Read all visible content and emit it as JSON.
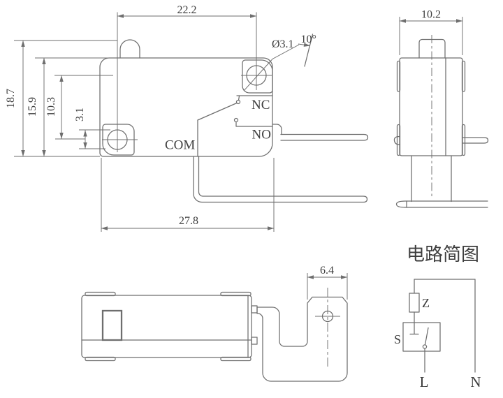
{
  "colors": {
    "line": "#6e6e6e",
    "text": "#3e3e3e",
    "background": "#ffffff"
  },
  "front_view": {
    "dim_hole_span": "22.2",
    "dim_total_height": "18.7",
    "dim_body_height": "15.9",
    "dim_hole_offset": "10.3",
    "dim_hole_size": "3.1",
    "dim_hole_diameter": "Ø3.1",
    "dim_lever_angle": "10°",
    "label_nc": "NC",
    "label_no": "NO",
    "label_com": "COM",
    "dim_body_width": "27.8"
  },
  "side_view": {
    "dim_depth": "10.2"
  },
  "bottom_view": {
    "dim_terminal_width": "6.4"
  },
  "circuit": {
    "title": "电路简图",
    "component_z": "Z",
    "component_s": "S",
    "terminal_l": "L",
    "terminal_n": "N"
  }
}
